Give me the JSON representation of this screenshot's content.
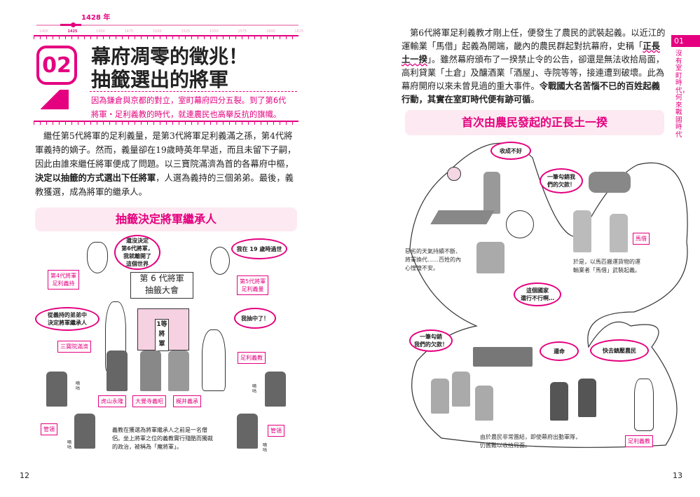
{
  "left_page": {
    "timeline": {
      "marker_label": "1428 年",
      "years": [
        "1400",
        "1425",
        "1450",
        "1475",
        "1500",
        "1525",
        "1550",
        "1575",
        "1600",
        "1625"
      ],
      "highlight_year": "1425"
    },
    "chapter_number": "02",
    "title_line1": "幕府凋零的徵兆！",
    "title_line2": "抽籤選出的將軍",
    "subtitle_line1": "因為鎌倉與京都的對立，室町幕府四分五裂。到了第6代",
    "subtitle_line2": "將軍・足利義教的時代，就連農民也高舉反抗的旗幟。",
    "body_plain": "繼任第5代將軍的足利義量，是第3代將軍足利義滿之孫，第4代將軍義持的嫡子。然而，義量卻在19歲時英年早逝，而且未留下子嗣，因此由誰來繼任將軍便成了問題。以三寶院滿濟為首的各幕府中樞，",
    "body_bold": "決定以抽籤的方式選出下任將軍",
    "body_end": "，人選為義持的三個弟弟。最後，義教獲選，成為將軍的繼承人。",
    "section_title": "抽籤決定將軍繼承人",
    "illustration": {
      "bubble_yoshimochi": "還沒決定\n第6代將軍，\n我就離開了\n這個世界",
      "label_yoshimochi": "第4代將軍\n足利義持",
      "bubble_yoshikazu": "我在 19 歲時過世",
      "label_yoshikazu": "第5代將軍\n足利義量",
      "sign": "第 6 代將軍\n抽籤大會",
      "bubble_mansai": "從義持的弟弟中\n決定將軍繼承人",
      "label_mansai": "三寶院滿濟",
      "lottery_tag": "1等\n將\n軍",
      "bubble_yoshinori": "我抽中了！",
      "label_yoshinori": "足利義教",
      "candidates": [
        "虎山永隆",
        "大覺寺義昭",
        "梶井義承"
      ],
      "label_kanrei": "管領",
      "murmur": "嘀咕",
      "caption": "義教在獲選為將軍繼承人之前是一名僧\n侶。坐上將軍之位的義教實行殘酷而獨裁\n的政治，被稱為「魔將軍」。"
    },
    "page_number": "12"
  },
  "right_page": {
    "body_1": "第6代將軍足利義教才剛上任，便發生了農民的武裝起義。以近江的運輸業「馬借」起義為開端，畿內的農民群起對抗幕府，史稱「",
    "body_term": "正長土一揆",
    "body_2": "」。雖然幕府頒布了一揆禁止令的公告，卻還是無法收拾局面，高利貸業「土倉」及釀酒業「酒屋」、寺院等等，接連遭到破壞。此為幕府開府以來未曾見過的重大事件。",
    "body_bold": "令戰國大名苦惱不已的百姓起義行動，其實在室町時代便有跡可循",
    "body_end": "。",
    "side_tab_number": "01",
    "side_tab_text": "沒有室町時代，何來戰國時代",
    "section_title": "首次由農民發起的正長土一揆",
    "illustration": {
      "bubble_harvest": "收成不好",
      "bubble_debt1": "一筆勾銷我\n們的欠款！",
      "label_bashaku": "馬借",
      "caption_left": "惡劣的天氣持續不斷、\n將軍換代……百姓的內\n心惶惶不安。",
      "caption_right": "於是，以馬匹搬運貨物的運\n輸業者「馬借」武裝起義。",
      "bubble_country": "這個國家\n還行不行啊…",
      "bubble_debt2": "一筆勾銷\n我們的欠款！",
      "bubble_obey": "遵命",
      "bubble_suppress": "快去鎮壓農民",
      "caption_bottom": "由於農民非常團結，即使幕府出動軍隊，\n仍舊難以收拾局面。",
      "label_yoshinori": "足利義教"
    },
    "page_number": "13"
  },
  "colors": {
    "accent": "#e4007f",
    "section_bg": "#fde9f1"
  }
}
